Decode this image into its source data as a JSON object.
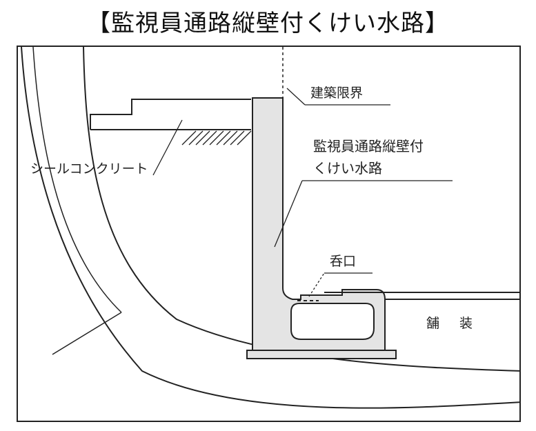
{
  "title": "【監視員通路縦壁付くけい水路】",
  "labels": {
    "construction_limit": "建築限界",
    "seal_concrete": "シールコンクリート",
    "channel_line1": "監視員通路縦壁付",
    "channel_line2": "くけい水路",
    "inlet": "呑口",
    "pavement_1": "舗",
    "pavement_2": "装"
  },
  "colors": {
    "concrete_fill": "#e4e4e4",
    "line": "#222222",
    "background": "#ffffff"
  }
}
